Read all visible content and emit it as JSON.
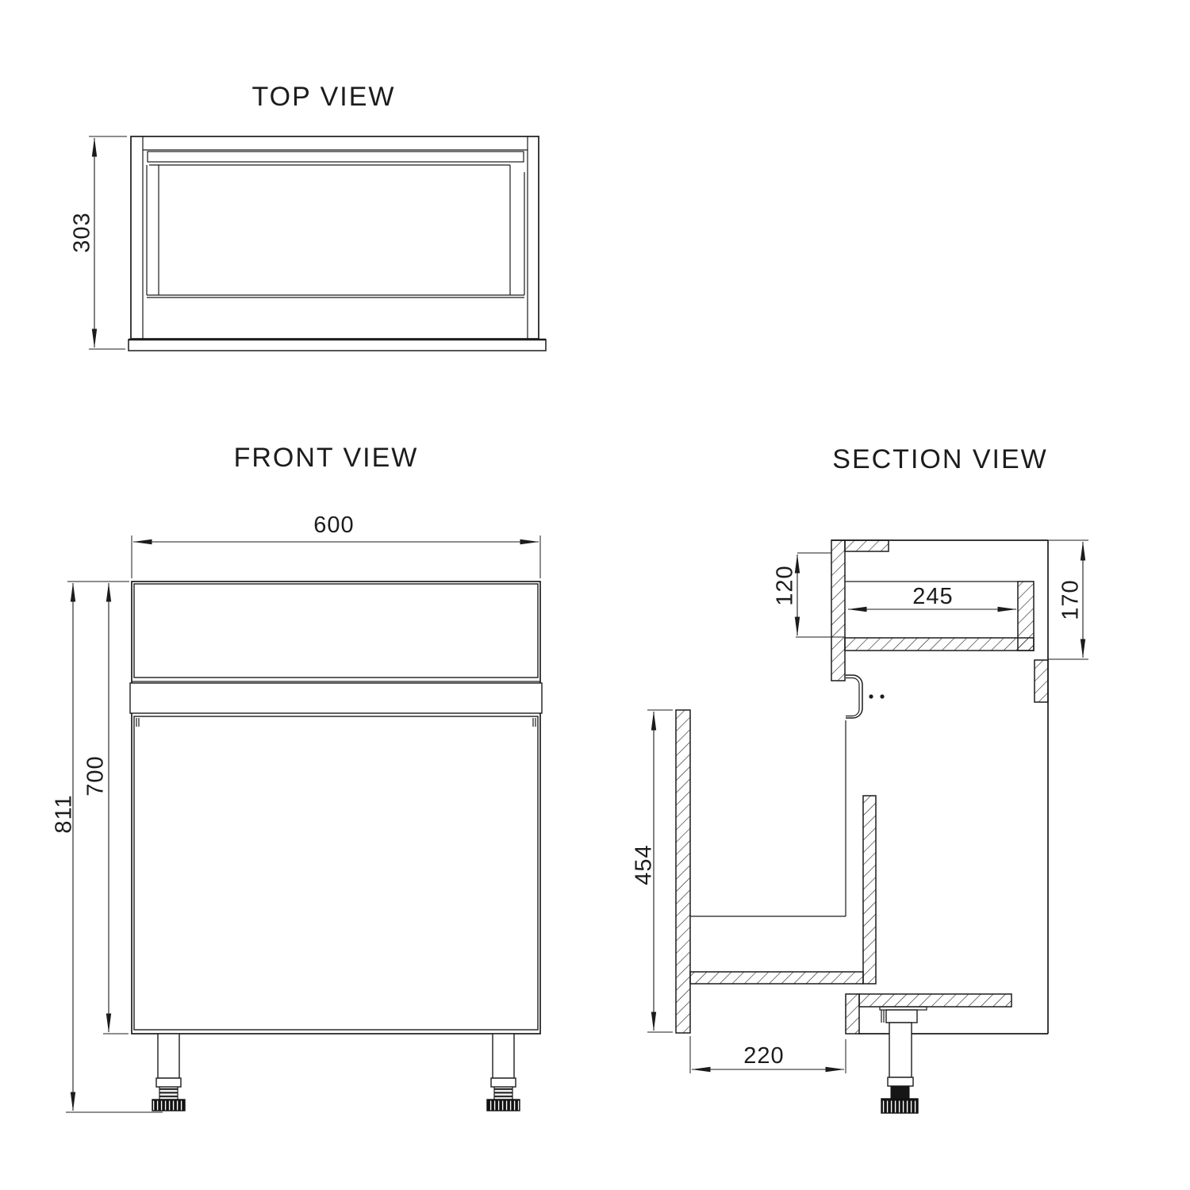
{
  "page": {
    "background": "#ffffff",
    "line_color": "#1c1c1c"
  },
  "views": {
    "top": {
      "title": "TOP VIEW",
      "dim_depth": "303"
    },
    "front": {
      "title": "FRONT VIEW",
      "dim_width": "600",
      "dim_overall_height": "811",
      "dim_carcass_height": "700"
    },
    "section": {
      "title": "SECTION VIEW",
      "dim_drawer_clear_height": "120",
      "dim_drawer_inner_depth": "245",
      "dim_drawer_front_height": "170",
      "dim_door_height": "454",
      "dim_bottom_depth": "220"
    }
  }
}
